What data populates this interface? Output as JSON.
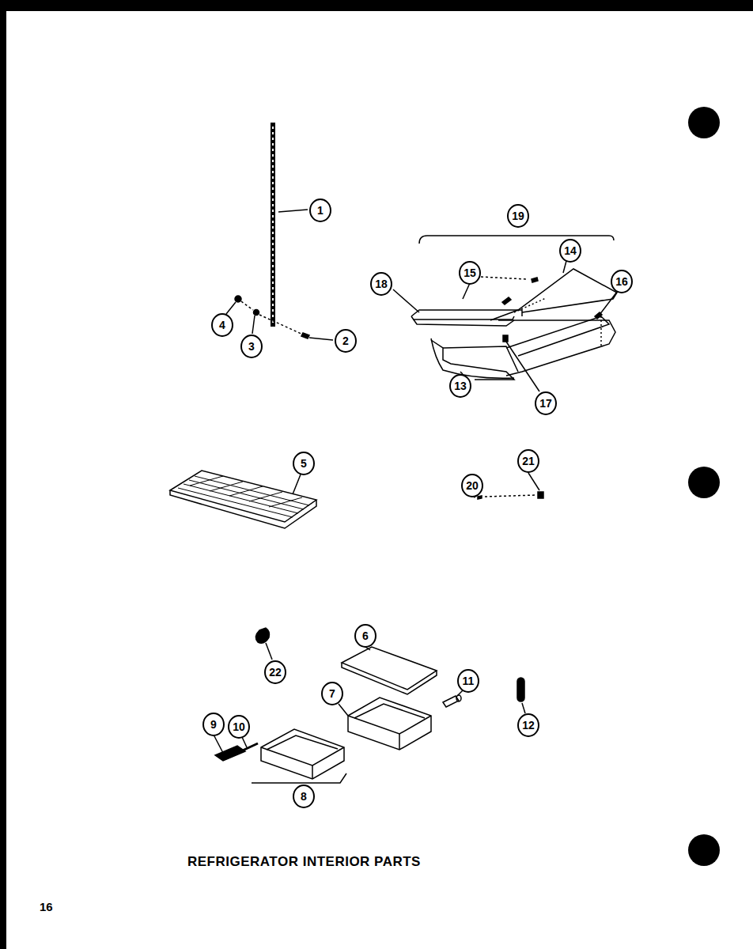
{
  "diagram": {
    "caption": "REFRIGERATOR INTERIOR PARTS",
    "nodes": [
      {
        "text": [
          "1"
        ]
      },
      {
        "text": [
          "19"
        ]
      },
      {
        "text": [
          "14"
        ]
      },
      {
        "text": [
          "18"
        ]
      },
      {
        "text": [
          "15"
        ]
      },
      {
        "text": [
          "16"
        ]
      },
      {
        "text": [
          "4"
        ]
      },
      {
        "text": [
          "2"
        ]
      },
      {
        "text": [
          "3"
        ]
      },
      {
        "text": [
          "13"
        ]
      },
      {
        "text": [
          "17"
        ]
      },
      {
        "text": [
          "5"
        ]
      },
      {
        "text": [
          "21"
        ]
      },
      {
        "text": [
          "20"
        ]
      },
      {
        "text": [
          "6"
        ]
      },
      {
        "text": [
          "22"
        ]
      },
      {
        "text": [
          "7"
        ]
      },
      {
        "text": [
          "11"
        ]
      },
      {
        "text": [
          "9"
        ]
      },
      {
        "text": [
          "10"
        ]
      },
      {
        "text": [
          "12"
        ]
      },
      {
        "text": [
          "8"
        ]
      }
    ],
    "edges": [],
    "labels": [
      "16"
    ]
  }
}
